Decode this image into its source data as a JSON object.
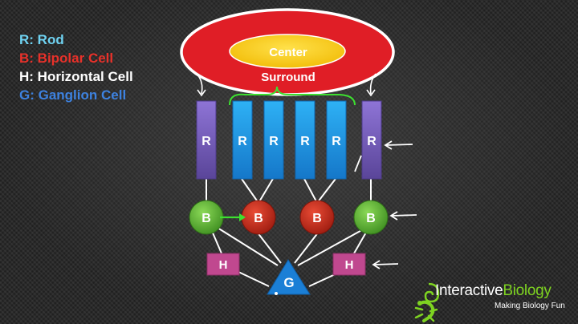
{
  "legend": {
    "items": [
      {
        "key": "rod",
        "text": "R: Rod",
        "color": "#6fd3f2"
      },
      {
        "key": "bipolar",
        "text": "B: Bipolar Cell",
        "color": "#e8312a"
      },
      {
        "key": "horizontal",
        "text": "H: Horizontal Cell",
        "color": "#ffffff"
      },
      {
        "key": "ganglion",
        "text": "G: Ganglion Cell",
        "color": "#3d82e0"
      }
    ]
  },
  "receptive_field": {
    "center_label": "Center",
    "surround_label": "Surround",
    "surround_color": "#e01e26",
    "center_color": "#f5c800"
  },
  "rods": {
    "letter": "R",
    "items": [
      {
        "color": "purple"
      },
      {
        "color": "blue"
      },
      {
        "color": "blue"
      },
      {
        "color": "blue"
      },
      {
        "color": "blue"
      },
      {
        "color": "purple"
      }
    ]
  },
  "bipolar": {
    "letter": "B",
    "items": [
      {
        "color": "green"
      },
      {
        "color": "red"
      },
      {
        "color": "red"
      },
      {
        "color": "green"
      }
    ]
  },
  "horizontal": {
    "letter": "H",
    "count": 2,
    "color": "#c0488f"
  },
  "ganglion": {
    "letter": "G",
    "color": "#1b7fd6"
  },
  "colors": {
    "rod_purple": "#7d63c4",
    "rod_blue": "#1f9ee8",
    "bipolar_green": "#5ab936",
    "bipolar_red": "#cc2a1c",
    "arrow_green": "#3de030",
    "arrow_white": "#ffffff"
  },
  "logo": {
    "name_part1": "Interactive",
    "name_part2": "Biology",
    "tagline": "Making Biology Fun",
    "color_part1": "#ffffff",
    "color_part2": "#7ed321"
  }
}
